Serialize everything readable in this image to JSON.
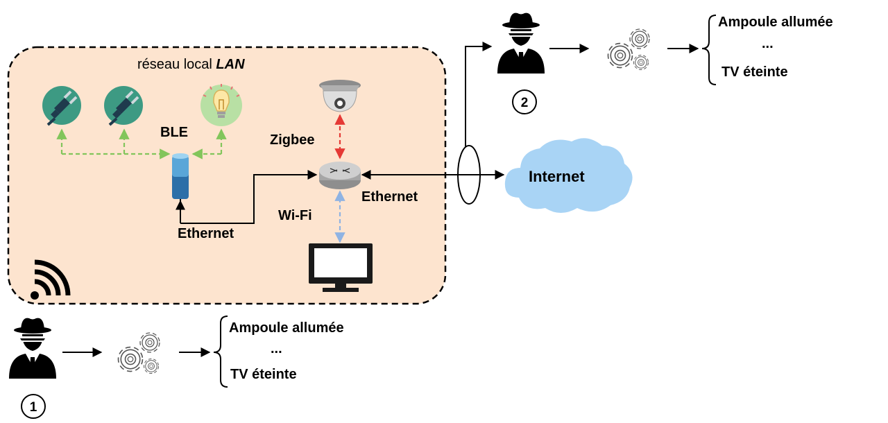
{
  "lan": {
    "title_prefix": "réseau local ",
    "title_emph": "LAN",
    "fill": "#fde4cf"
  },
  "protocols": {
    "ble": "BLE",
    "zigbee": "Zigbee",
    "wifi": "Wi-Fi",
    "ethernet_hub": "Ethernet",
    "ethernet_wan": "Ethernet"
  },
  "internet": {
    "label": "Internet",
    "color": "#a9d4f5"
  },
  "attacker_internal": {
    "number": "1",
    "results": {
      "first": "Ampoule allumée",
      "dots": "...",
      "last": "TV éteinte"
    }
  },
  "attacker_external": {
    "number": "2",
    "results": {
      "first": "Ampoule allumée",
      "dots": "...",
      "last": "TV éteinte"
    }
  },
  "colors": {
    "ble_link": "#82c55b",
    "zigbee_link": "#e53935",
    "wifi_link": "#8fb3e3",
    "plug_bg": "#3d9a83",
    "bulb_bg": "#b8e0a4"
  },
  "icons": [
    "plug-icon",
    "plug-icon",
    "light-bulb-icon",
    "hub-speaker-icon",
    "camera-icon",
    "router-icon",
    "tv-icon",
    "wifi-icon",
    "spy-icon",
    "gears-icon",
    "cloud-icon"
  ]
}
